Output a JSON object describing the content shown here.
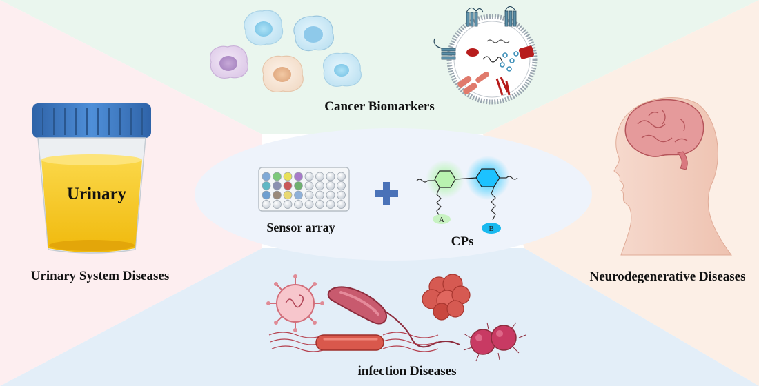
{
  "labels": {
    "cancer": "Cancer Biomarkers",
    "sensor_array": "Sensor array",
    "cps": "CPs",
    "urinary": "Urinary",
    "urinary_system": "Urinary System Diseases",
    "neuro": "Neurodegenerative Diseases",
    "infection": "infection Diseases"
  },
  "substituents": {
    "a": "A",
    "b": "B"
  },
  "colors": {
    "top_region": "#eaf6ee",
    "left_region": "#fdeef0",
    "right_region": "#fcefe6",
    "bottom_region": "#e3eef8",
    "center_ellipse": "#eef3fb",
    "plus": "#4a72b8",
    "cup_lid": "#3d79c4",
    "urine": "#f4c21c",
    "green_glow": "#7ee57a",
    "cyan_glow": "#1fb7f2"
  }
}
